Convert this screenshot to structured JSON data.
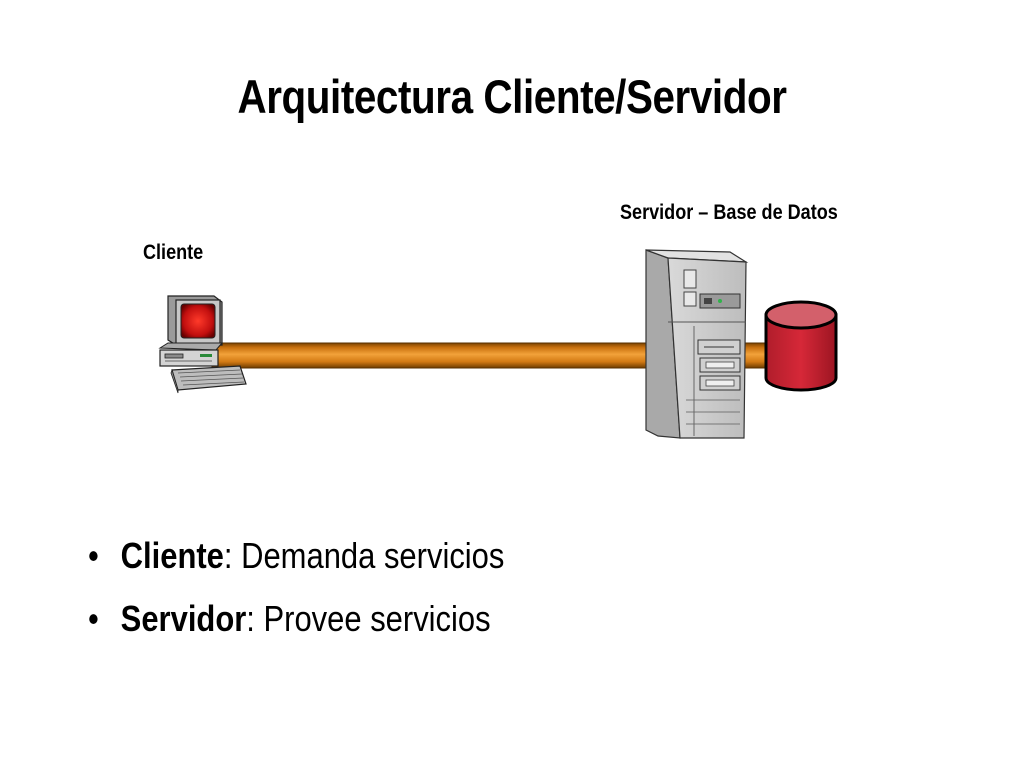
{
  "slide": {
    "title": "Arquitectura Cliente/Servidor"
  },
  "diagram": {
    "client_label": "Cliente",
    "server_label": "Servidor – Base de Datos",
    "nodes": [
      {
        "id": "client",
        "icon": "desktop-computer-icon"
      },
      {
        "id": "server",
        "icon": "tower-server-icon"
      },
      {
        "id": "database",
        "icon": "database-cylinder-icon"
      }
    ],
    "connection": {
      "from": "client",
      "to": "server",
      "color": "#e8901c"
    },
    "colors": {
      "database": "#cc2233",
      "database_top": "#d96670",
      "monitor_screen": "#cc1111",
      "server_body": "#c9c9c9"
    }
  },
  "bullets": [
    {
      "bullet": "•",
      "term": "Cliente",
      "text": ": Demanda servicios"
    },
    {
      "bullet": "•",
      "term": "Servidor",
      "text": ": Provee servicios"
    }
  ]
}
